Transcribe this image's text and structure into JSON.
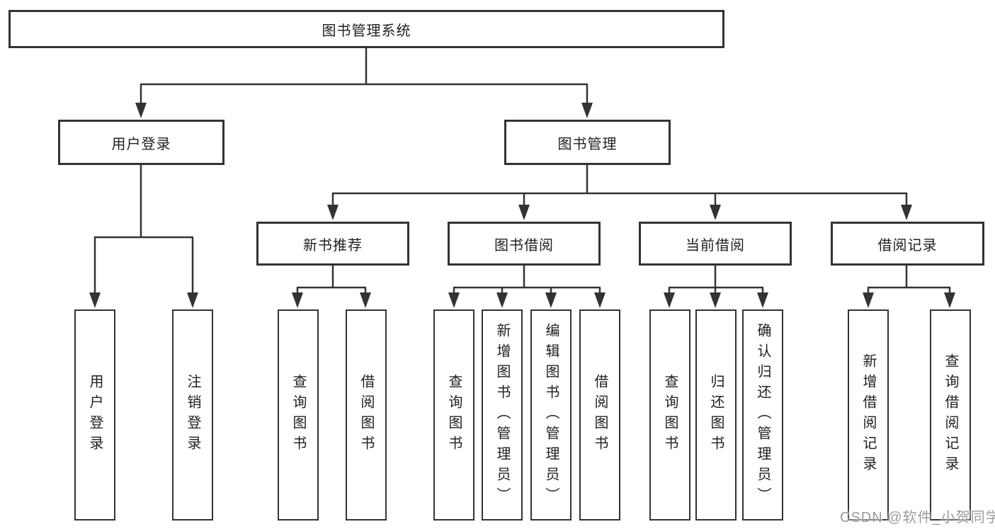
{
  "tree": {
    "root": "图书管理系统",
    "branches": [
      {
        "label": "用户登录",
        "children": [
          "用户登录",
          "注销登录"
        ]
      },
      {
        "label": "图书管理",
        "children": [
          {
            "label": "新书推荐",
            "children": [
              "查询图书",
              "借阅图书"
            ]
          },
          {
            "label": "图书借阅",
            "children": [
              "查询图书",
              "新增图书（管理员）",
              "编辑图书（管理员）",
              "借阅图书"
            ]
          },
          {
            "label": "当前借阅",
            "children": [
              "查询图书",
              "归还图书",
              "确认归还（管理员）"
            ]
          },
          {
            "label": "借阅记录",
            "children": [
              "新增借阅记录",
              "查询借阅记录"
            ]
          }
        ]
      }
    ]
  },
  "watermark": {
    "text": "CSDN @软件_小贺同学",
    "color": "#9b9b9b"
  },
  "colors": {
    "line": "#333333",
    "box_border": "#333333",
    "box_bg": "#ffffff",
    "text": "#1f1f1f",
    "page_bg": "#ffffff"
  }
}
